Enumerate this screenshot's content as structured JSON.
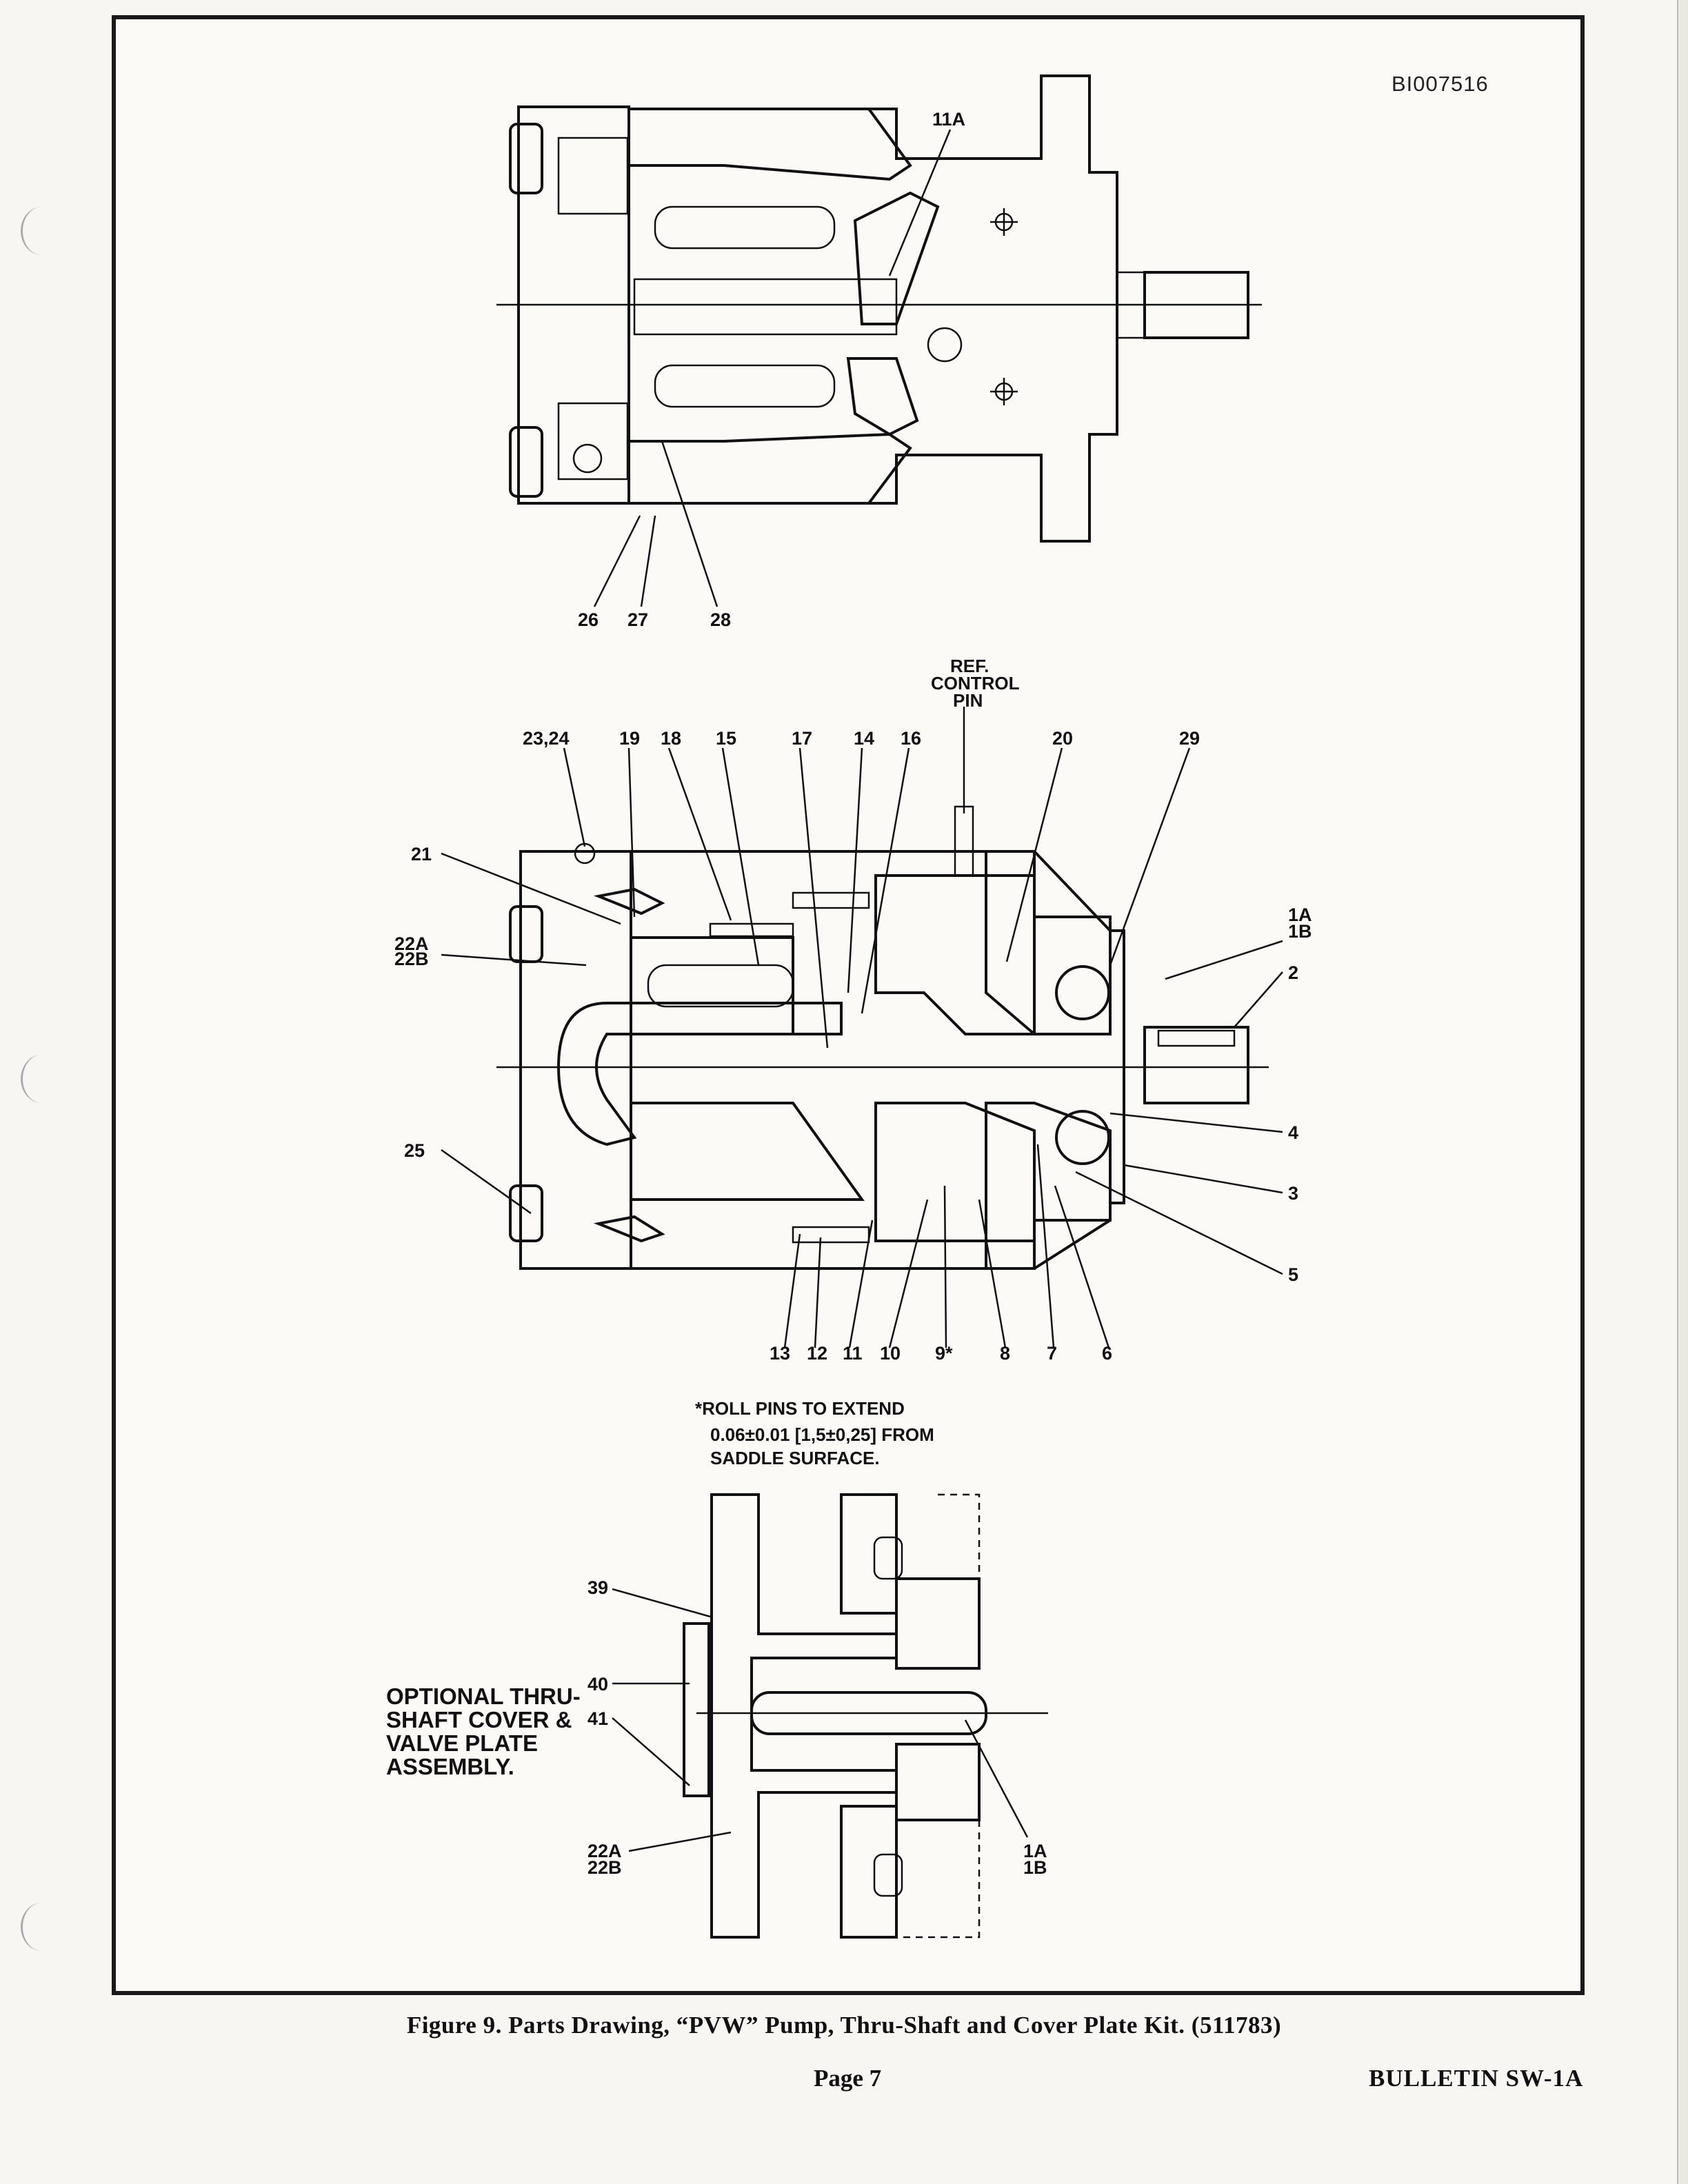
{
  "document": {
    "doc_id": "BI007516",
    "caption": "Figure 9. Parts Drawing, “PVW” Pump, Thru-Shaft and Cover Plate Kit. (511783)",
    "page": "Page 7",
    "bulletin": "BULLETIN SW-1A"
  },
  "view_top": {
    "callout_top": "11A",
    "callouts_bottom": [
      "26",
      "27",
      "28"
    ]
  },
  "view_middle": {
    "ref_note": [
      "REF.",
      "CONTROL",
      "PIN"
    ],
    "callouts_top": [
      "23,24",
      "19",
      "18",
      "15",
      "17",
      "14",
      "16",
      "20",
      "29"
    ],
    "callouts_left": [
      "21",
      "22A",
      "22B",
      "25"
    ],
    "callouts_right": [
      "1A",
      "1B",
      "2",
      "4",
      "3",
      "5"
    ],
    "callouts_bottom": [
      "13",
      "12",
      "11",
      "10",
      "9*",
      "8",
      "7",
      "6"
    ],
    "roll_pin_note": [
      "*ROLL PINS TO EXTEND",
      "0.06±0.01 [1,5±0,25] FROM",
      "SADDLE SURFACE."
    ]
  },
  "view_bottom": {
    "callouts_left": [
      "39",
      "40",
      "41",
      "22A",
      "22B"
    ],
    "callouts_right": [
      "1A",
      "1B"
    ],
    "assembly_label": [
      "OPTIONAL THRU-",
      "SHAFT COVER &",
      "VALVE PLATE",
      "ASSEMBLY."
    ]
  }
}
